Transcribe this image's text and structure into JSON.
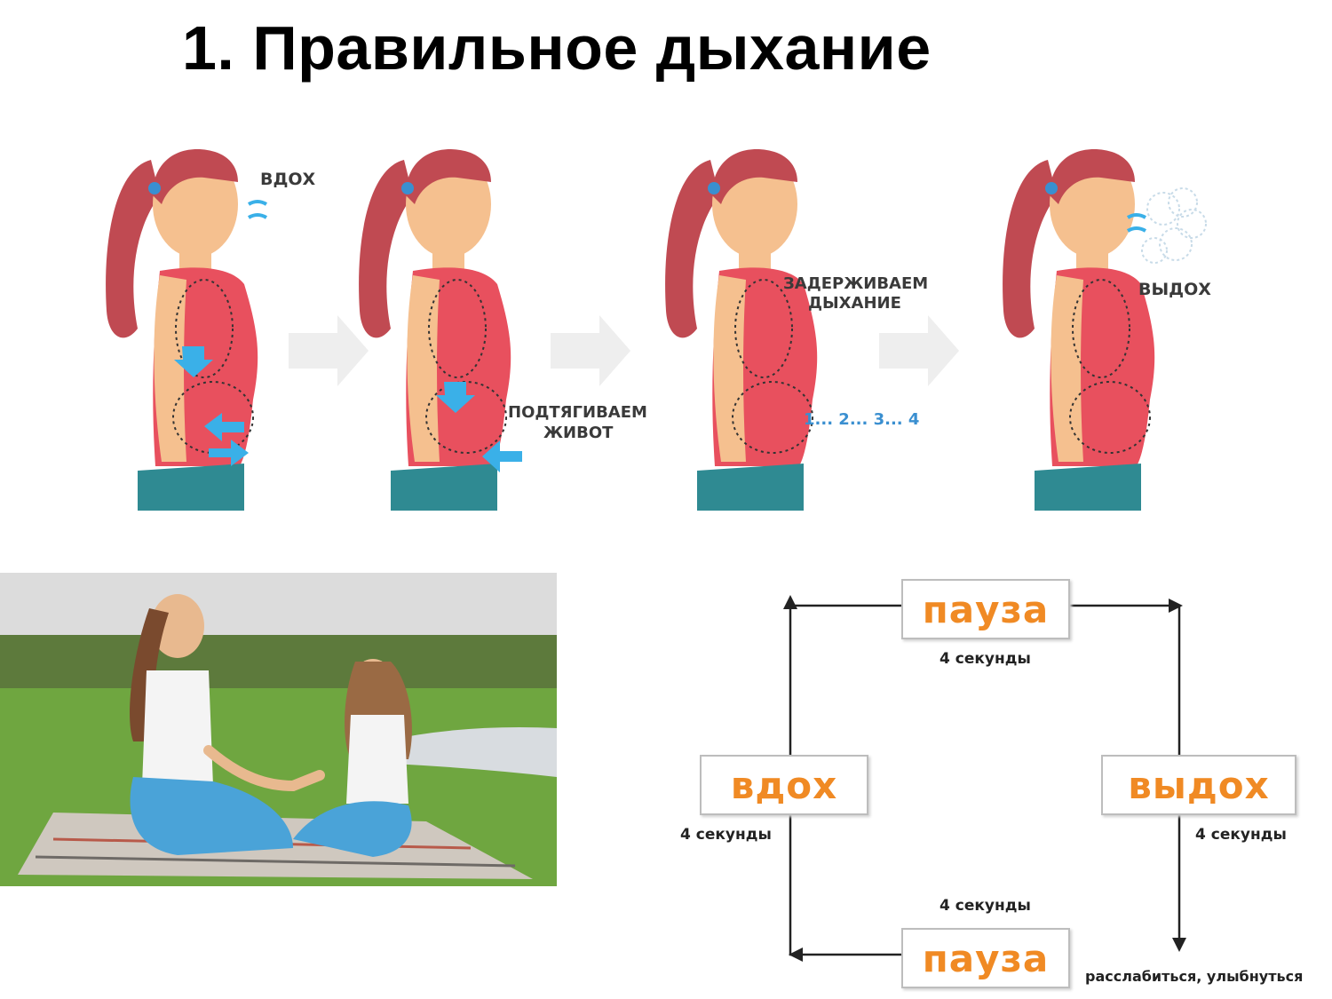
{
  "title": "1. Правильное дыхание",
  "steps": {
    "inhale": "ВДОХ",
    "pull_belly": [
      "ПОДТЯГИВАЕМ",
      "ЖИВОТ"
    ],
    "hold": [
      "ЗАДЕРЖИВАЕМ",
      "ДЫХАНИЕ"
    ],
    "count": "1... 2... 3... 4",
    "exhale": "ВЫДОХ"
  },
  "cycle": {
    "pause_top": "пауза",
    "pause_top_duration": "4 секунды",
    "inhale": "вдох",
    "inhale_duration": "4 секунды",
    "exhale": "выдох",
    "exhale_duration": "4 секунды",
    "pause_bottom_duration": "4 секунды",
    "pause_bottom": "пауза",
    "note": "расслабиться, улыбнуться"
  },
  "colors": {
    "shirt": "#e8505e",
    "skin": "#f5c08f",
    "hair": "#c04a52",
    "pants": "#2f8a92",
    "arrow_blue": "#3ab0e8",
    "cycle_text": "#f08a24"
  }
}
